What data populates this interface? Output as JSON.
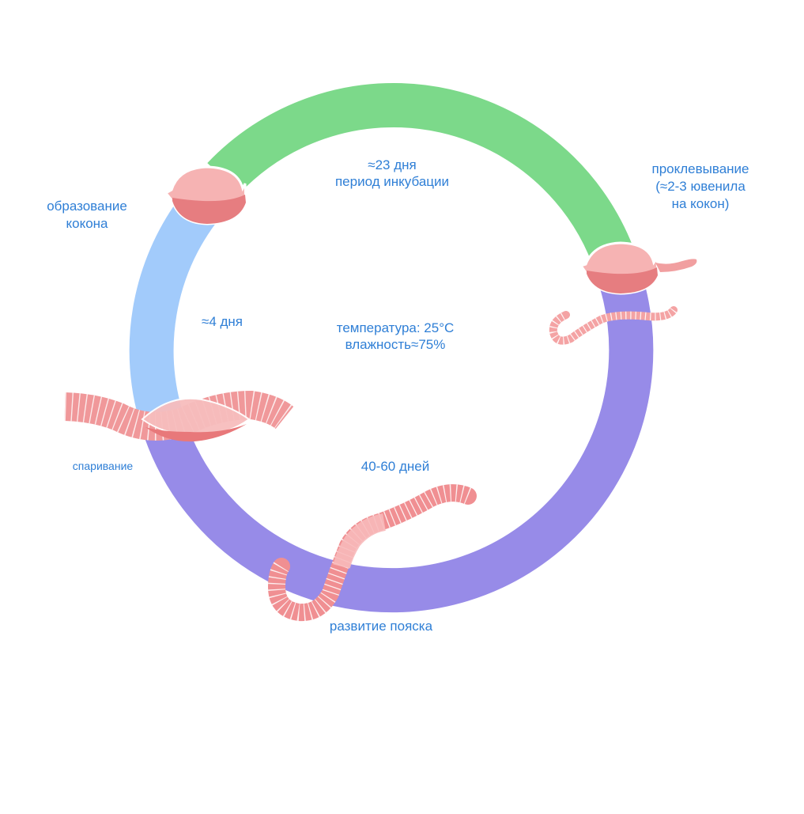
{
  "colors": {
    "incubation_arc": "#7cd98a",
    "cocoon_arc": "#a2cbfb",
    "development_arc": "#978be8",
    "label_text": "#2f7fd6",
    "worm_light": "#f4aaaa",
    "worm_dark": "#e8787a",
    "worm_band": "#ffffff"
  },
  "labels": {
    "incubation": {
      "line1": "≈23 дня",
      "line2": "период инкубации"
    },
    "hatching": {
      "line1": "проклевывание",
      "line2": "(≈2-3 ювенила",
      "line3": "на кокон)"
    },
    "cocoon_formation": {
      "line1": "образование",
      "line2": "кокона"
    },
    "cocoon_duration": "≈4 дня",
    "conditions": {
      "temperature": "температура:  25°C",
      "humidity": "влажность≈75%"
    },
    "mating": "спаривание",
    "development_duration": "40-60 дней",
    "clitellum_development": "развитие пояска"
  },
  "icons": [
    "cocoon-icon",
    "hatching-cocoon-icon",
    "juvenile-worm-icon",
    "mating-worms-icon",
    "adult-worm-icon"
  ]
}
